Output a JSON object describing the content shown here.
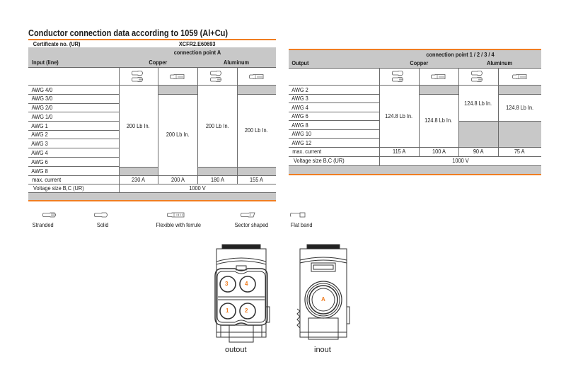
{
  "title": "Conductor connection data according to 1059 (Al+Cu)",
  "left_table": {
    "certificate_label": "Certificate no. (UR)",
    "certificate_value": "XCFR2.E60693",
    "connection_point": "connection point A",
    "row_header": "Input (line)",
    "copper": "Copper",
    "aluminum": "Aluminum",
    "rows": [
      "AWG 4/0",
      "AWG 3/0",
      "AWG 2/0",
      "AWG 1/0",
      "AWG 1",
      "AWG 2",
      "AWG 3",
      "AWG 4",
      "AWG 6",
      "AWG 8"
    ],
    "torque": [
      "200 Lb In.",
      "200 Lb In.",
      "200 Lb In.",
      "200 Lb In."
    ],
    "max_current_label": "max. current",
    "max_current": [
      "230 A",
      "200 A",
      "180 A",
      "155 A"
    ],
    "voltage_label": "Voltage size B,C (UR)",
    "voltage": "1000 V"
  },
  "right_table": {
    "connection_point": "connection point 1 / 2 / 3 / 4",
    "row_header": "Output",
    "copper": "Copper",
    "aluminum": "Aluminum",
    "rows": [
      "AWG 2",
      "AWG 3",
      "AWG 4",
      "AWG 6",
      "AWG 8",
      "AWG 10",
      "AWG 12"
    ],
    "torque": [
      "124.8 Lb In.",
      "124.8 Lb In.",
      "124.8 Lb In.",
      "124.8 Lb In."
    ],
    "max_current_label": "max. current",
    "max_current": [
      "115 A",
      "100 A",
      "90 A",
      "75 A"
    ],
    "voltage_label": "Voltage size B,C (UR)",
    "voltage": "1000 V"
  },
  "legend": [
    {
      "icon": "stranded-conductor-icon",
      "label": "Stranded"
    },
    {
      "icon": "solid-conductor-icon",
      "label": "Solid"
    },
    {
      "icon": "ferrule-conductor-icon",
      "label": "Flexible with ferrule"
    },
    {
      "icon": "sector-conductor-icon",
      "label": "Sector shaped"
    },
    {
      "icon": "flat-band-conductor-icon",
      "label": "Flat band"
    }
  ],
  "devices": {
    "output_label": "outout",
    "input_label": "inout",
    "output_points": [
      "3",
      "4",
      "1",
      "2"
    ],
    "input_point": "A"
  },
  "colors": {
    "accent": "#f07d21",
    "header_gray": "#c8c8c8",
    "grid": "#6b6b6b"
  }
}
